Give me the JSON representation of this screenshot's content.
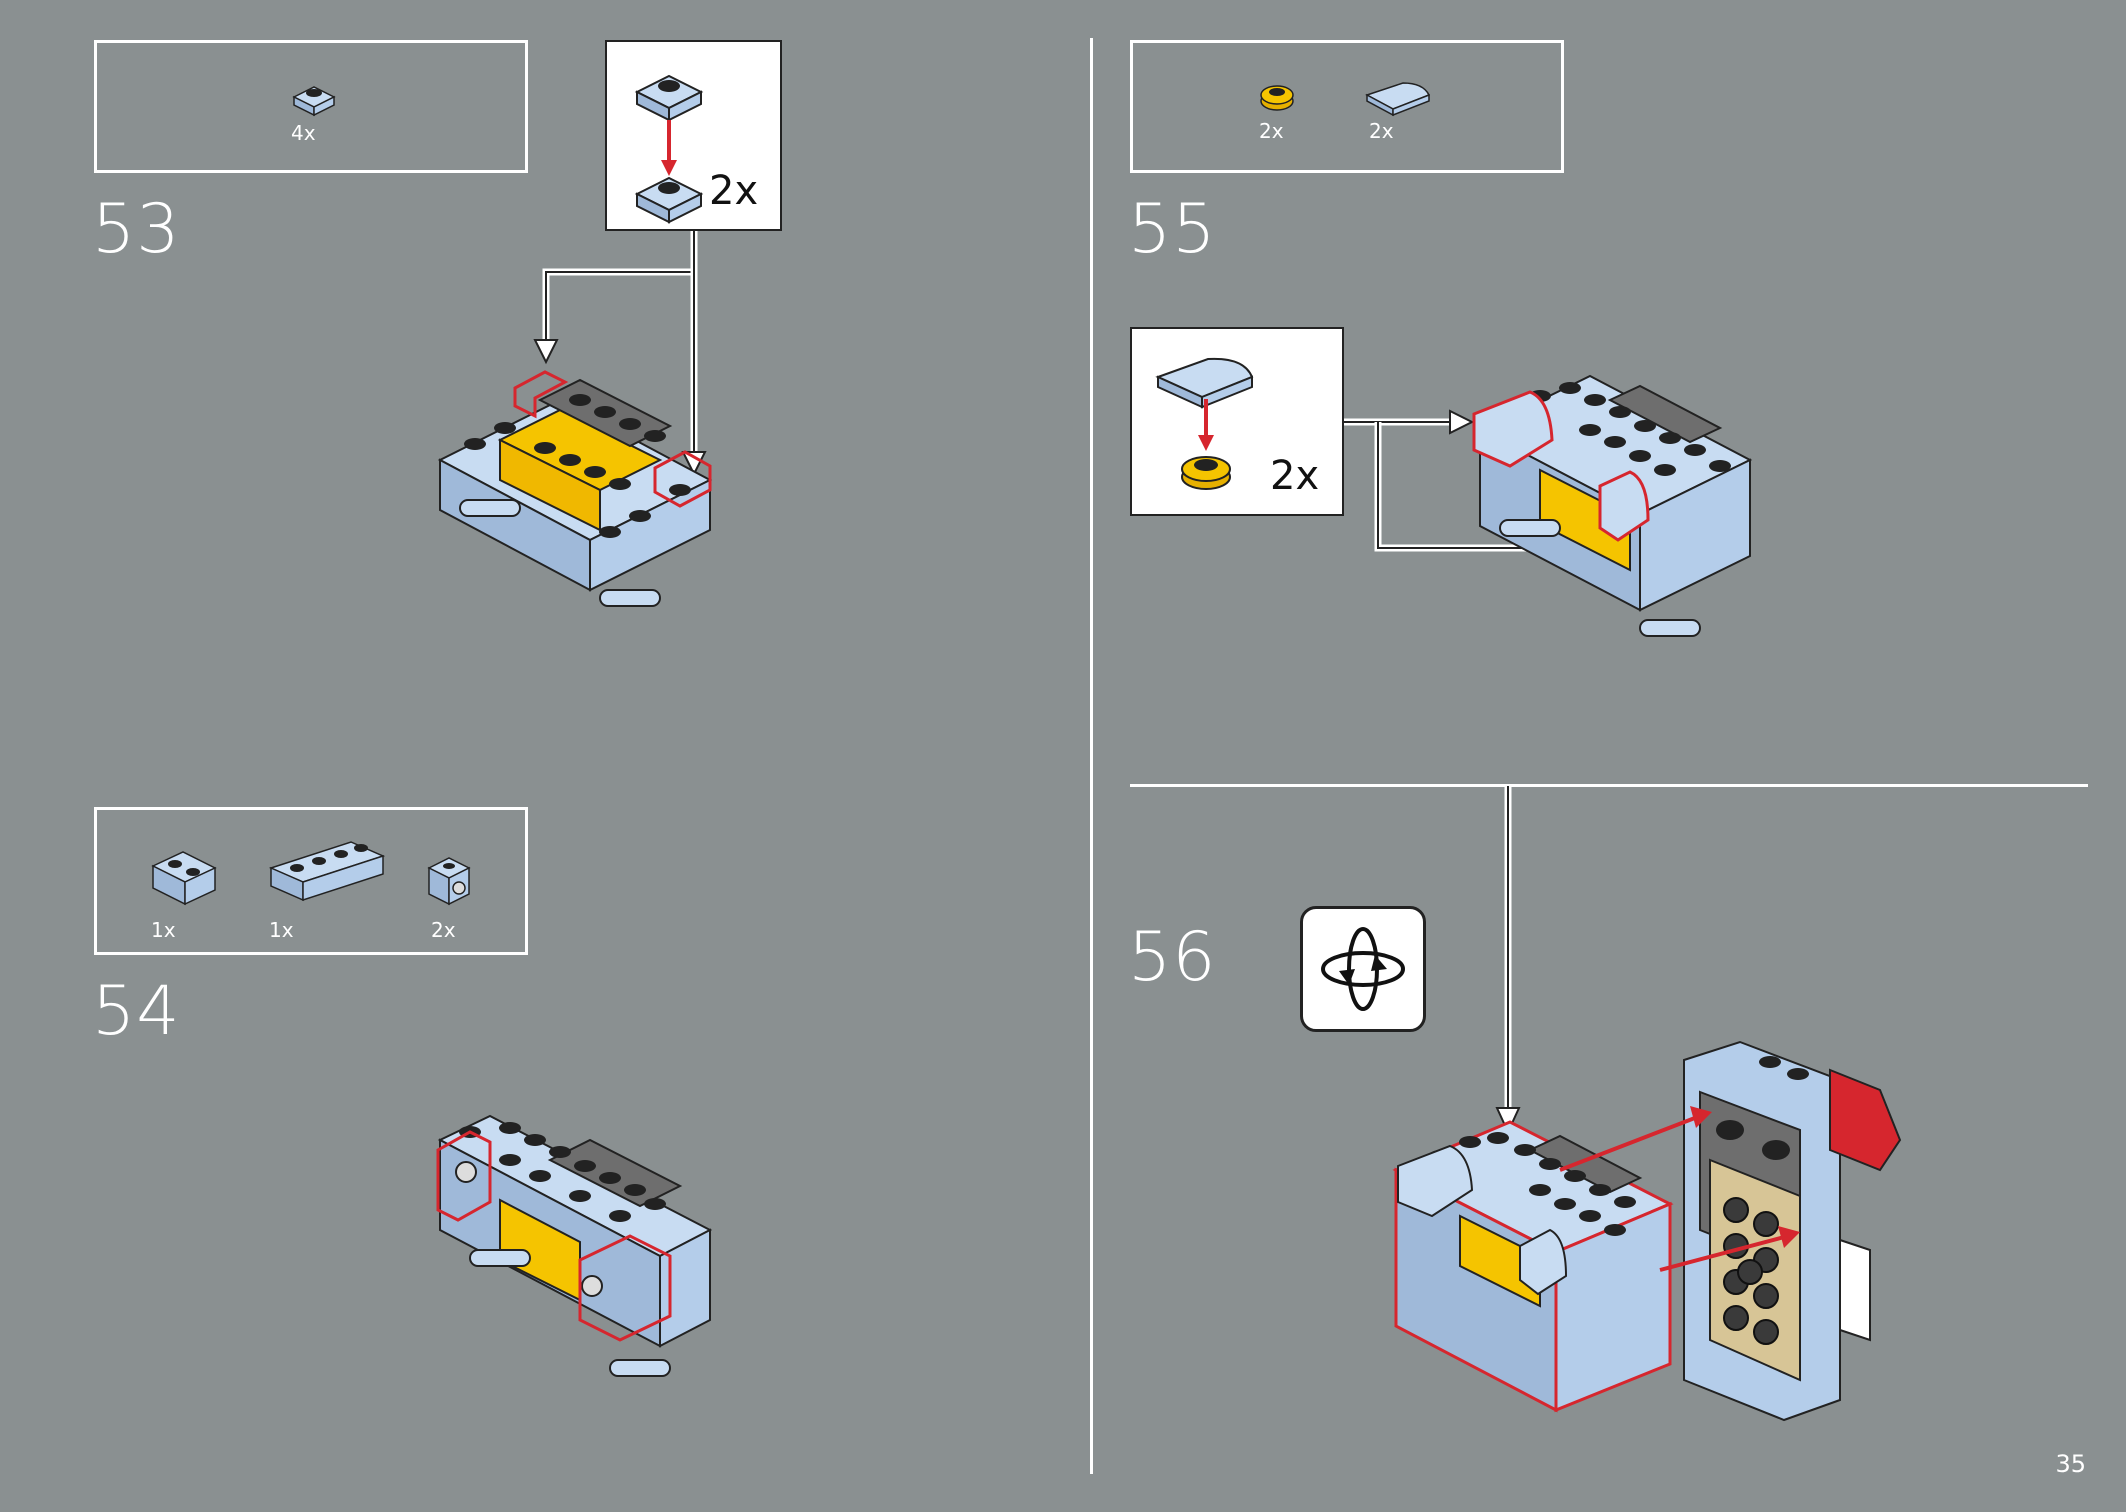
{
  "page": {
    "number": "35"
  },
  "steps": [
    {
      "number": "53",
      "parts": [
        {
          "qty": "4x",
          "icon": "plate-1x1-light-blue-icon"
        }
      ],
      "callout_qty": "2x"
    },
    {
      "number": "54",
      "parts": [
        {
          "qty": "1x",
          "icon": "brick-1x2-light-blue-icon"
        },
        {
          "qty": "1x",
          "icon": "brick-1x4-light-blue-icon"
        },
        {
          "qty": "2x",
          "icon": "brick-1x1-with-stud-light-blue-icon"
        }
      ]
    },
    {
      "number": "55",
      "parts": [
        {
          "qty": "2x",
          "icon": "round-plate-1x1-yellow-icon"
        },
        {
          "qty": "2x",
          "icon": "curved-slope-light-blue-icon"
        }
      ],
      "callout_qty": "2x"
    },
    {
      "number": "56",
      "rotate_icon": "rotate-model-icon"
    }
  ],
  "colors": {
    "background": "#8a9091",
    "light_blue": "#b4cdea",
    "yellow": "#f5c400",
    "dark_gray": "#6e6e6e",
    "red_highlight": "#d6262e",
    "tan": "#d7c596"
  }
}
